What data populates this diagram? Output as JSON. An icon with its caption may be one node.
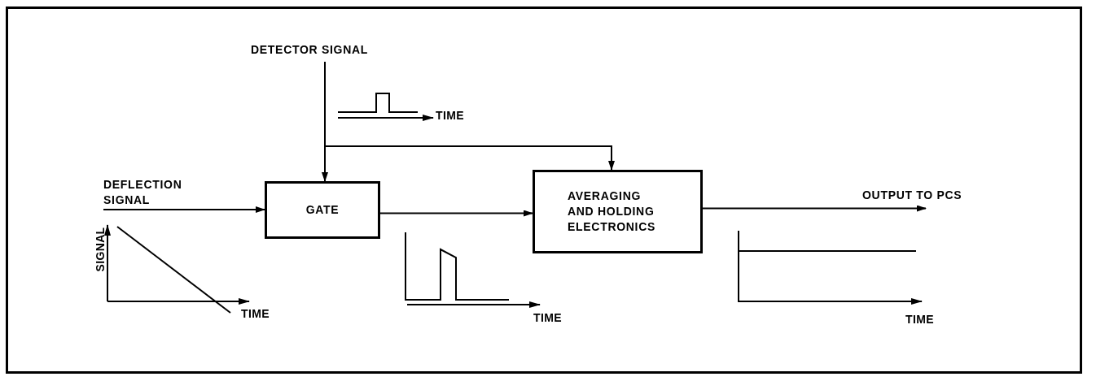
{
  "diagram": {
    "nodes": [
      {
        "text": [
          "DETECTOR SIGNAL"
        ]
      },
      {
        "text": [
          "DEFLECTION SIGNAL"
        ]
      },
      {
        "text": [
          "GATE"
        ]
      },
      {
        "text": [
          "AVERAGING AND HOLDING ELECTRONICS"
        ]
      }
    ],
    "edges": [
      {
        "from": 0,
        "to": 2,
        "arrow": "to"
      },
      {
        "from": 0,
        "to": 3,
        "arrow": "to"
      },
      {
        "from": 1,
        "to": 2,
        "arrow": "to"
      },
      {
        "from": 2,
        "to": 3,
        "arrow": "to"
      },
      {
        "from": 3,
        "to": null,
        "arrow": "to",
        "label": "OUTPUT TO PCS"
      }
    ],
    "labels": [
      "TIME",
      "SIGNAL",
      "TIME",
      "TIME",
      "TIME"
    ]
  }
}
